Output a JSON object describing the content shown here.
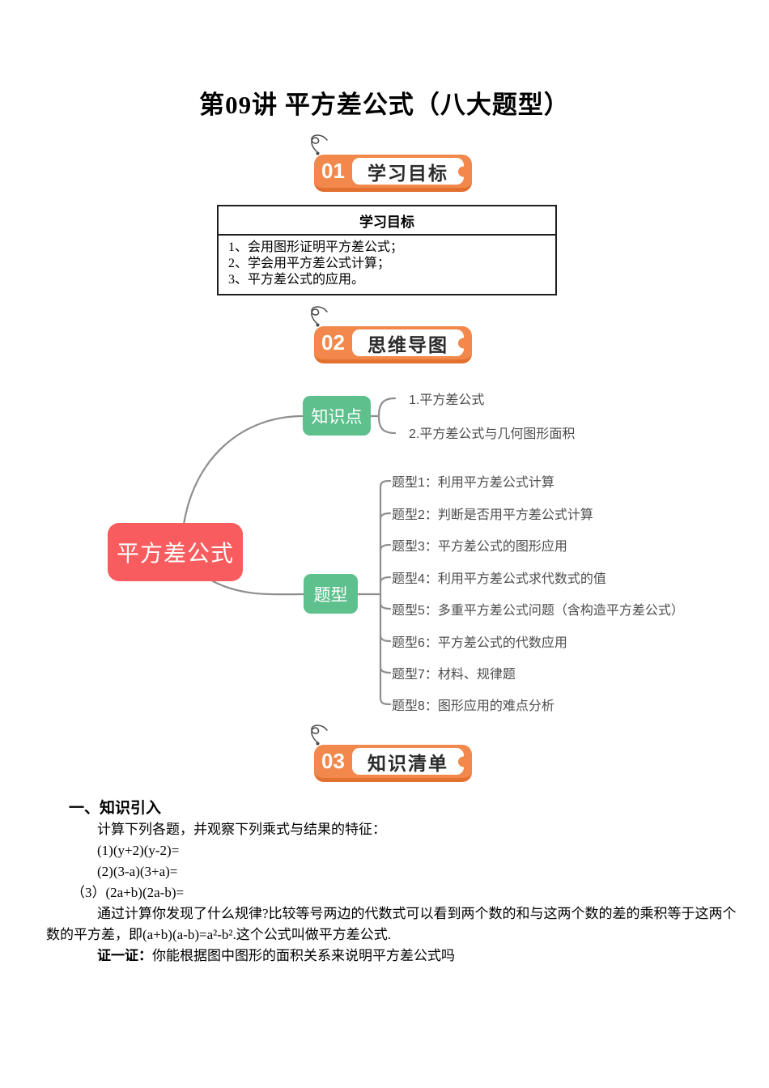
{
  "page_title": "第09讲 平方差公式（八大题型）",
  "badges": [
    {
      "number": "01",
      "label": "学习目标"
    },
    {
      "number": "02",
      "label": "思维导图"
    },
    {
      "number": "03",
      "label": "知识清单"
    }
  ],
  "objectives": {
    "header": "学习目标",
    "items": [
      "1、会用图形证明平方差公式；",
      "2、学会用平方差公式计算；",
      "3、平方差公式的应用。"
    ]
  },
  "mindmap": {
    "root": "平方差公式",
    "knowledge_branch": {
      "label": "知识点",
      "children": [
        "1.平方差公式",
        "2.平方差公式与几何图形面积"
      ]
    },
    "types_branch": {
      "label": "题型",
      "children": [
        "题型1：利用平方差公式计算",
        "题型2：判断是否用平方差公式计算",
        "题型3：平方差公式的图形应用",
        "题型4：利用平方差公式求代数式的值",
        "题型5：多重平方差公式问题（含构造平方差公式）",
        "题型6：平方差公式的代数应用",
        "题型7：材料、规律题",
        "题型8：图形应用的难点分析"
      ]
    }
  },
  "knowledge_intro": {
    "heading": "一、知识引入",
    "line1": "计算下列各题，并观察下列乘式与结果的特征：",
    "eq1": "(1)(y+2)(y-2)=",
    "eq2": "(2)(3-a)(3+a)=",
    "eq3": "（3）(2a+b)(2a-b)=",
    "paragraph": "通过计算你发现了什么规律?比较等号两边的代数式可以看到两个数的和与这两个数的差的乘积等于这两个数的平方差，即(a+b)(a-b)=a²-b².这个公式叫做平方差公式.",
    "prove_label": "证一证：",
    "prove_text": "你能根据图中图形的面积关系来说明平方差公式吗"
  },
  "theme": {
    "badge_orange": "#F2884B",
    "badge_orange_dark": "#E2702E",
    "root_red": "#F85C5F",
    "branch_green": "#5EC08D",
    "line_gray": "#8E8E8E"
  }
}
